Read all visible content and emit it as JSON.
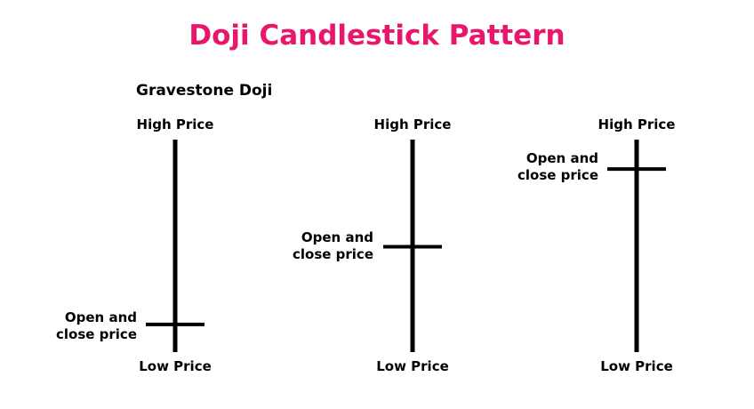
{
  "title": "Doji Candlestick Pattern",
  "subtitle": "Gravestone Doji",
  "colors": {
    "title": "#e8176c",
    "text": "#000000",
    "line": "#000000",
    "background": "#ffffff"
  },
  "candles": [
    {
      "high_label": "High Price",
      "low_label": "Low Price",
      "open_close_label": [
        "Open and",
        "close price"
      ],
      "open_close_position": 0.875
    },
    {
      "high_label": "High Price",
      "low_label": "Low Price",
      "open_close_label": [
        "Open and",
        "close price"
      ],
      "open_close_position": 0.5
    },
    {
      "high_label": "High Price",
      "low_label": "Low Price",
      "open_close_label": [
        "Open and",
        "close price"
      ],
      "open_close_position": 0.125
    }
  ]
}
